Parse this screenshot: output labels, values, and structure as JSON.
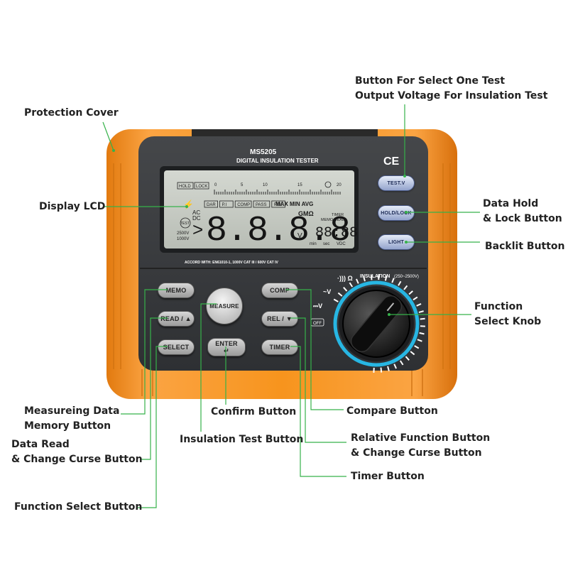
{
  "device": {
    "model": "MS5205",
    "name": "DIGITAL INSULATION TESTER",
    "ce_mark": "CE",
    "standard": "ACCORD WITH: EN61010-1, 1000V  CAT III / 600V  CAT IV",
    "colors": {
      "body": "#f7941d",
      "face": "#3b3d40",
      "lcd": "#c4c9c2",
      "ring": "#27b6e3"
    }
  },
  "lcd": {
    "hold": "HOLD",
    "lock": "LOCK",
    "scale": [
      "0",
      "5",
      "10",
      "15",
      "20"
    ],
    "modes": [
      "DAR",
      "P.I",
      "COMP",
      "PASS",
      "REL"
    ],
    "max_min_avg": "MAX MIN AVG",
    "ac": "AC",
    "dc": "DC",
    "test": "TEST",
    "v2500": "2500V",
    "v1000": "1000V",
    "main_digits": "8.8.8.8",
    "unit_gmo": "GMΩ",
    "unit_v": "V",
    "timer": "TIMER",
    "memo_read": "MEMO READ",
    "small_digits": "88:88",
    "min": "min",
    "sec": "sec",
    "vdc": "VDC"
  },
  "buttons": {
    "test_v": "TEST.V",
    "hold_lock": "HOLD/LOCK",
    "light": "LIGHT",
    "memo": "MEMO",
    "read": "READ / ▲",
    "select": "SELECT",
    "measure": "MEASURE",
    "enter": "ENTER",
    "enter_arrow": "↵",
    "comp": "COMP",
    "rel": "REL / ▼",
    "timer": "TIMER"
  },
  "knob": {
    "insulation": "INSULATION",
    "insulation_range": "(250~2500V)",
    "ohm": "·))) Ω",
    "ac_v": "~V",
    "dc_v": "⎓V",
    "off": "OFF"
  },
  "callouts": {
    "protection_cover": "Protection Cover",
    "display_lcd": "Display LCD",
    "test_voltage": [
      "Button For Select One Test",
      "Output Voltage For Insulation Test"
    ],
    "hold_lock": [
      "Data Hold",
      "& Lock Button"
    ],
    "backlit": "Backlit Button",
    "function_knob": [
      "Function",
      "Select Knob"
    ],
    "memory": [
      "Measureing Data",
      "Memory Button"
    ],
    "confirm": "Confirm Button",
    "compare": "Compare Button",
    "data_read": [
      "Data Read",
      "& Change Curse Button"
    ],
    "insulation_test": "Insulation Test Button",
    "relative": [
      "Relative Function Button",
      "& Change Curse Button"
    ],
    "timer": "Timer Button",
    "function_select": "Function Select Button"
  }
}
